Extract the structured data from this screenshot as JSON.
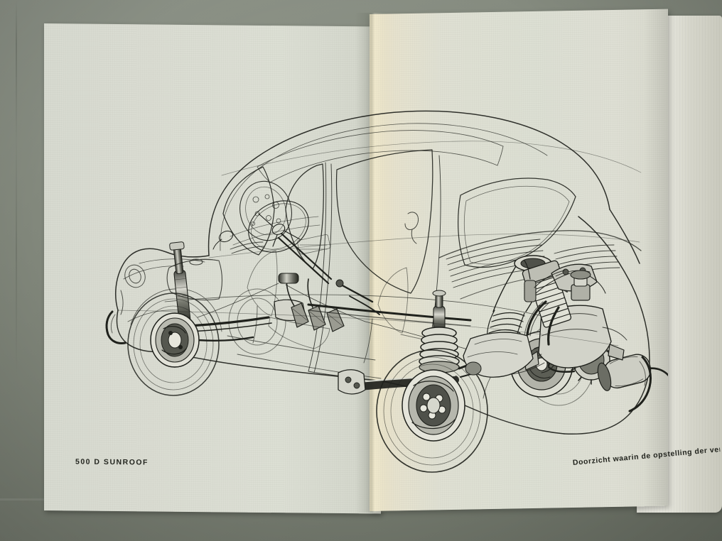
{
  "scan": {
    "kind": "open-book-photograph",
    "subject": "Fiat 500 D cutaway technical illustration, two-page spread",
    "backdrop_color": "#7e8478",
    "page_color_left": "#dadcd2",
    "page_color_right": "#e3e2d0",
    "ink_color": "#1f211c"
  },
  "captions": {
    "left": "500 D SUNROOF",
    "right_full": "Doorzicht waarin de opstelling der verschillende",
    "right_visible": "Doorzicht waarin de opstelling der verschillende"
  },
  "illustration": {
    "title": "500 D SUNROOF cutaway",
    "view": "three-quarter front-left, ghosted bodywork",
    "parts": [
      "roof with fabric sunroof panel outline",
      "windscreen and side windows",
      "rear window",
      "engine-bay cooling louvres",
      "steering wheel and column",
      "dashboard with instrument binnacle",
      "pedal cluster",
      "gear linkage rod",
      "front independent suspension with telescopic dampers",
      "front brake drums",
      "rear swing-axle with coil spring and damper",
      "rear brake drum and drive shaft",
      "rear-mounted air-cooled two-cylinder engine",
      "cooling fan and shroud",
      "air intake trunking and air cleaner",
      "exhaust manifold and silencer",
      "fuel tank",
      "front and rear bumpers",
      "wheels and tyres"
    ]
  }
}
